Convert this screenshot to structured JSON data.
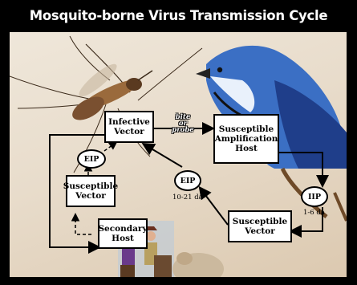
{
  "title": "Mosquito-borne Virus Transmission Cycle",
  "nodes": {
    "infective_vector": "Infective\nVector",
    "susceptible_amplification_host": "Susceptible\nAmplification\nHost",
    "susceptible_vector_left": "Susceptible\nVector",
    "secondary_host": "Secondary\nHost",
    "susceptible_vector_right": "Susceptible\nVector"
  },
  "ovals": {
    "eip_left": "EIP",
    "eip_center": "EIP",
    "iip": "IIP"
  },
  "labels": {
    "bite_or_probe": "bite\nor\nprobe",
    "eip_duration": "10-21 da",
    "iip_duration": "1-6 da"
  },
  "pictures": [
    "mosquito",
    "blue-jay",
    "riders-on-horses",
    "cow"
  ]
}
